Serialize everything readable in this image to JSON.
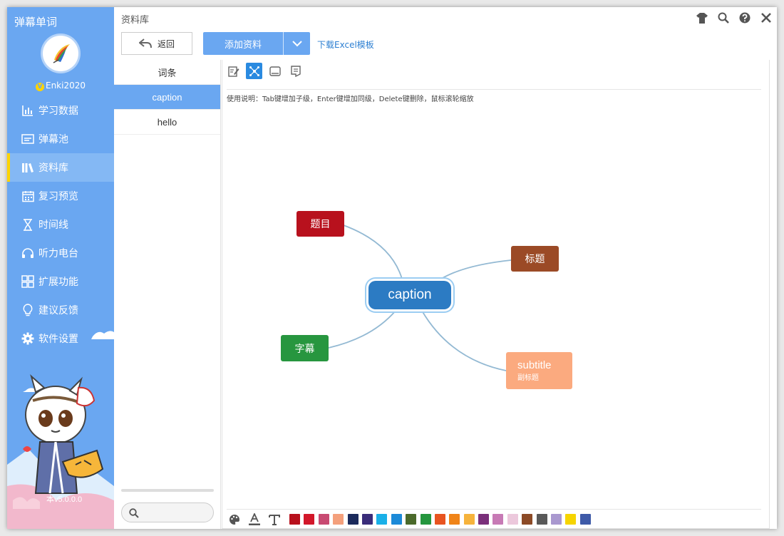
{
  "app": {
    "title": "弹幕单词",
    "username": "Enki2020",
    "vip_mark": "V",
    "version": "本v5.0.0.0"
  },
  "sidebar": {
    "items": [
      {
        "label": "学习数据",
        "icon": "bar-chart-icon"
      },
      {
        "label": "弹幕池",
        "icon": "subtitle-box-icon"
      },
      {
        "label": "资料库",
        "icon": "books-icon",
        "active": true
      },
      {
        "label": "复习预览",
        "icon": "calendar-icon"
      },
      {
        "label": "时间线",
        "icon": "hourglass-icon"
      },
      {
        "label": "听力电台",
        "icon": "headphones-icon"
      },
      {
        "label": "扩展功能",
        "icon": "grid-icon"
      },
      {
        "label": "建议反馈",
        "icon": "lightbulb-icon"
      },
      {
        "label": "软件设置",
        "icon": "gear-icon"
      }
    ]
  },
  "header": {
    "breadcrumb": "资料库"
  },
  "toolbar": {
    "back_label": "返回",
    "add_label": "添加资料",
    "download_link": "下载Excel模板"
  },
  "wordlist": {
    "header": "词条",
    "items": [
      "caption",
      "hello"
    ],
    "selected": "caption"
  },
  "editor": {
    "hint": "使用说明：Tab键增加子级，Enter键增加同级，Delete键删除，鼠标滚轮缩放",
    "root": "caption",
    "children": [
      {
        "label": "题目",
        "color": "#b8111d"
      },
      {
        "label": "标题",
        "color": "#9b4a26"
      },
      {
        "label": "字幕",
        "color": "#27963f"
      },
      {
        "label": "subtitle",
        "sublabel": "副标题",
        "color": "#fbaa7f"
      }
    ]
  },
  "palette": [
    "#b8111d",
    "#d2172a",
    "#c84a72",
    "#f4a07c",
    "#1b2a5c",
    "#3a2d7a",
    "#1ab0e8",
    "#1c8ad8",
    "#4b6a2b",
    "#25963e",
    "#e85420",
    "#f08418",
    "#f6b33c",
    "#7a2f7a",
    "#c77ab5",
    "#ecc8dc",
    "#8c4a26",
    "#595959",
    "#a998cf",
    "#f6d400",
    "#3e5aa8"
  ],
  "colors": {
    "accent": "#6aa7f1",
    "active_tool": "#2a8ae0",
    "root_node": "#2c7bc3"
  }
}
